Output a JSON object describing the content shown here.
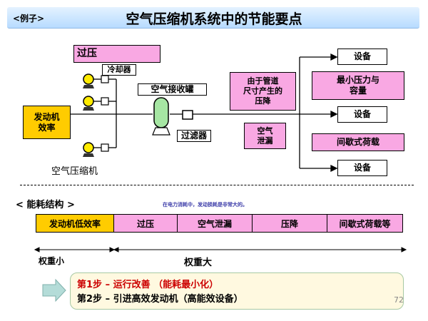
{
  "header": {
    "tag": "<例子>",
    "title": "空气压缩机系统中的节能要点"
  },
  "diagram": {
    "overpressure": "过压",
    "cooler": "冷却器",
    "motor_efficiency": "发动机\n效率",
    "compressor": "空气压缩机",
    "receiver_tank": "空气接收罐",
    "filter": "过滤器",
    "pipe_pressure_drop": "由于管道\n尺寸产生的\n压降",
    "air_leak": "空气\n泄漏",
    "equipment": "设备",
    "min_pressure_capacity": "最小压力与\n容量",
    "intermittent_load": "间歇式荷载"
  },
  "energy": {
    "heading": "< 能耗结构 >",
    "note": "在电力消耗中，发动损耗是非常大的。",
    "segments": [
      "发动机低效率",
      "过压",
      "空气泄漏",
      "压降",
      "间歇式荷载等"
    ],
    "weight_small": "权重小",
    "weight_large": "权重大"
  },
  "steps": {
    "step1": "第1步 – 运行改善 （能耗最小化）",
    "step2": "第2步 – 引进高效发动机（高能效设备）"
  },
  "page_number": "72",
  "colors": {
    "pink": "#f9a8e3",
    "yellow": "#ffcc00",
    "compressor_yellow": "#ffeb00",
    "tank_green": "#a6e6a3",
    "step1_red": "#cc0000"
  }
}
